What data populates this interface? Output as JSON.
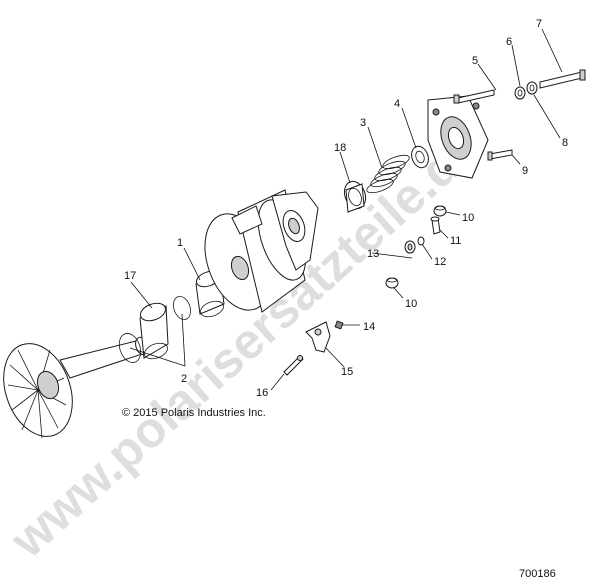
{
  "callouts": {
    "c1": "1",
    "c2": "2",
    "c3": "3",
    "c4": "4",
    "c5": "5",
    "c6": "6",
    "c7": "7",
    "c8": "8",
    "c9": "9",
    "c10a": "10",
    "c10b": "10",
    "c11": "11",
    "c12": "12",
    "c13": "13",
    "c14": "14",
    "c15": "15",
    "c16": "16",
    "c17": "17",
    "c18": "18"
  },
  "copyright": "© 2015 Polaris Industries Inc.",
  "diagram_id": "700186",
  "watermark": "www.polarisersatzteile.de",
  "colors": {
    "line": "#1a1a1a",
    "watermark": "#d8d8d8",
    "background": "#ffffff"
  }
}
